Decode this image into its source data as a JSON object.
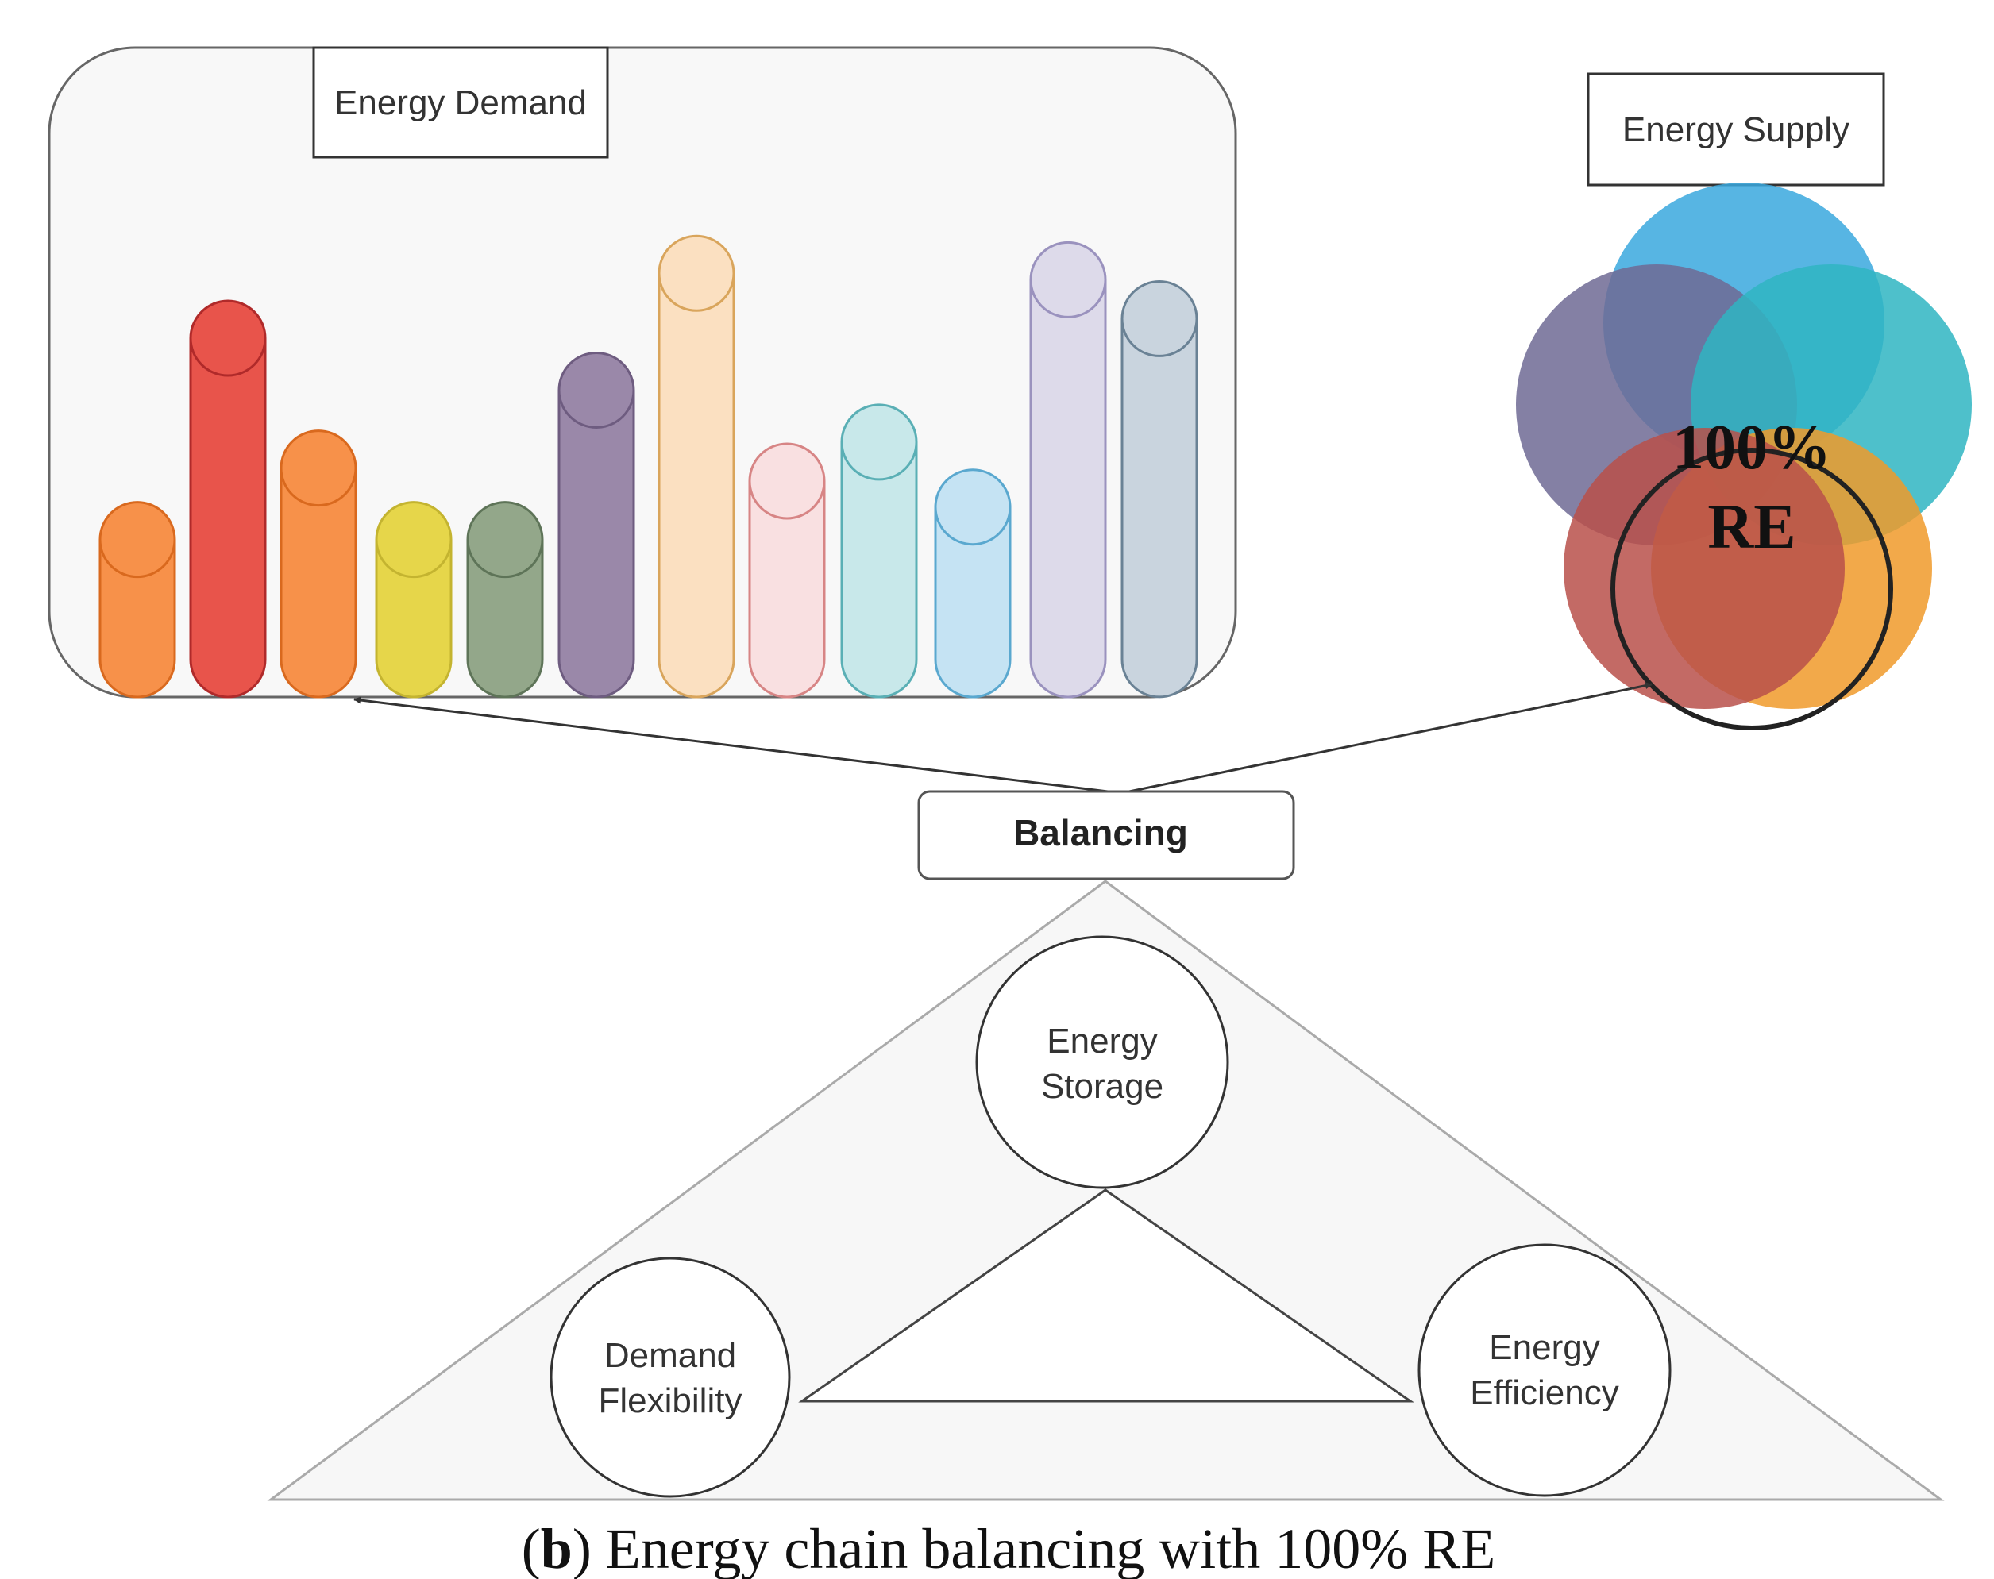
{
  "demand": {
    "label": "Energy Demand",
    "columns": [
      {
        "name": "orange",
        "level": 0.3,
        "fill": "#F7914A",
        "stroke": "#D9691E"
      },
      {
        "name": "red",
        "level": 0.61,
        "fill": "#E8544B",
        "stroke": "#B02A2A"
      },
      {
        "name": "orange-2",
        "level": 0.41,
        "fill": "#F7914A",
        "stroke": "#D9691E"
      },
      {
        "name": "yellow",
        "level": 0.3,
        "fill": "#E6D64A",
        "stroke": "#C4B430"
      },
      {
        "name": "olive-green",
        "level": 0.3,
        "fill": "#93A78A",
        "stroke": "#5E7458"
      },
      {
        "name": "purple",
        "level": 0.53,
        "fill": "#9A88A9",
        "stroke": "#6E5C80"
      },
      {
        "name": "peach",
        "level": 0.71,
        "fill": "#FBE0C1",
        "stroke": "#D9A55C"
      },
      {
        "name": "pink",
        "level": 0.39,
        "fill": "#F9E0E1",
        "stroke": "#D78585"
      },
      {
        "name": "aqua",
        "level": 0.45,
        "fill": "#C8E8EA",
        "stroke": "#5AAFB5"
      },
      {
        "name": "light-blue",
        "level": 0.35,
        "fill": "#C5E3F3",
        "stroke": "#5AA8CF"
      },
      {
        "name": "lavender",
        "level": 0.7,
        "fill": "#DDDAEA",
        "stroke": "#9A92BE"
      },
      {
        "name": "gray-blue",
        "level": 0.64,
        "fill": "#C9D4DE",
        "stroke": "#6A8295"
      }
    ]
  },
  "supply": {
    "label": "Energy Supply",
    "badge_line1": "100%",
    "badge_line2": "RE",
    "circles": [
      {
        "name": "blue",
        "color": "#3AA8DE"
      },
      {
        "name": "slate-purple",
        "color": "#6E6A94"
      },
      {
        "name": "teal",
        "color": "#2FB5C2"
      },
      {
        "name": "amber",
        "color": "#F09A2A"
      },
      {
        "name": "brick-red",
        "color": "#B8504A"
      }
    ]
  },
  "balancing": {
    "label": "Balancing",
    "storage_line1": "Energy",
    "storage_line2": "Storage",
    "flexibility_line1": "Demand",
    "flexibility_line2": "Flexibility",
    "efficiency_line1": "Energy",
    "efficiency_line2": "Efficiency"
  },
  "caption": {
    "open": "(",
    "letter": "b",
    "rest": ") Energy chain balancing with 100% RE"
  }
}
